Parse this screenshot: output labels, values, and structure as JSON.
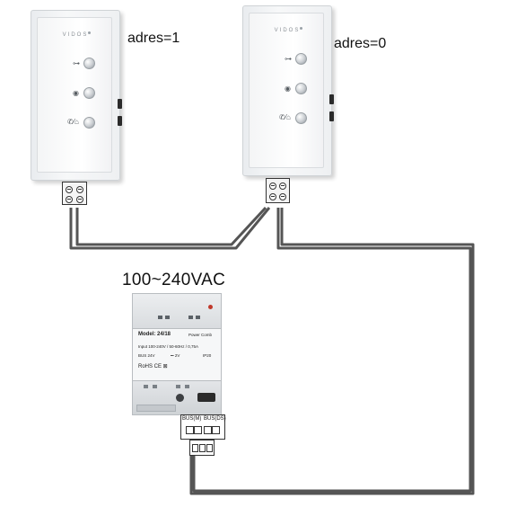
{
  "monitors": [
    {
      "brand": "VIDOS",
      "label": "adres=1"
    },
    {
      "brand": "VIDOS",
      "label": "adres=0"
    }
  ],
  "power_supply": {
    "voltage_label": "100~240VAC",
    "model": "Model: 24/18",
    "name": "Power Comb",
    "input": "Input  100-240V / 50-60Hz / 0,75A",
    "bus": "BUS   24V",
    "bus_dc": "⎓ 2V",
    "ip": "IP20",
    "marks": "RoHS CE ⊠",
    "terminal_labels": [
      "BUS(M)",
      "BUS(DS)"
    ]
  },
  "colors": {
    "wire": "#555555",
    "background": "#ffffff",
    "led": "#c0392b"
  }
}
